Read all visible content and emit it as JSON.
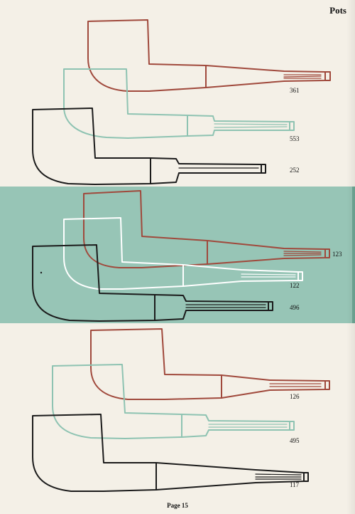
{
  "header": {
    "title": "Pots"
  },
  "footer": {
    "page_label": "Page 15"
  },
  "colors": {
    "red": "#a0493c",
    "teal": "#8ec3b2",
    "black": "#1b1b1b",
    "white": "#ffffff",
    "band": "#97c5b6"
  },
  "models": {
    "m361": "361",
    "m553": "553",
    "m252": "252",
    "m123": "123",
    "m122": "122",
    "m496": "496",
    "m126": "126",
    "m495": "495",
    "m117": "117"
  }
}
